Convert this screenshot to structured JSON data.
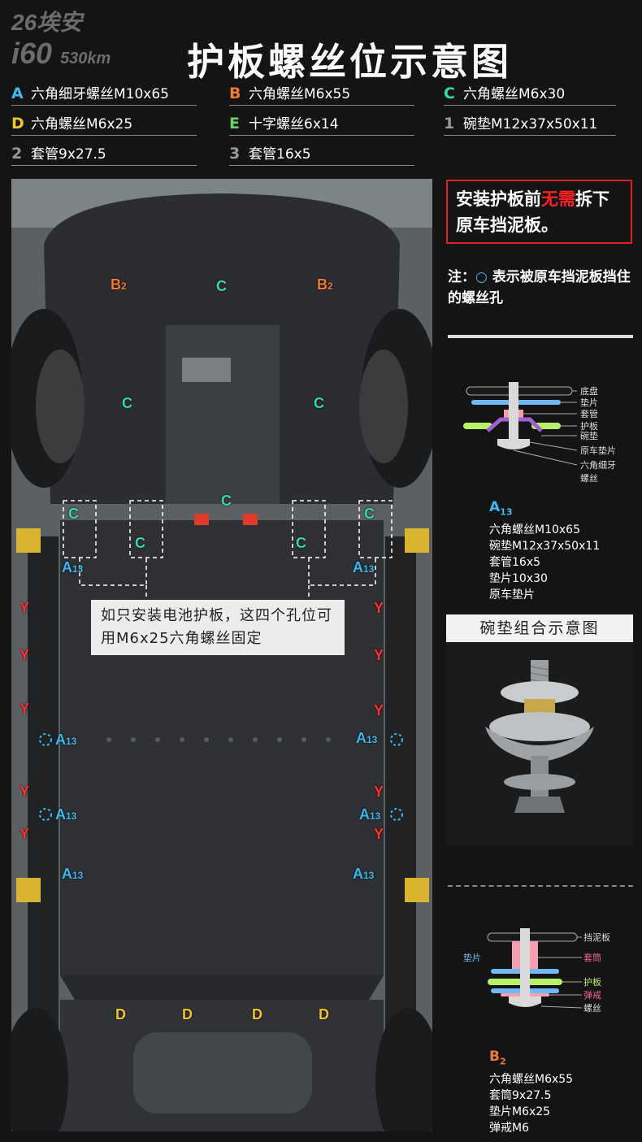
{
  "header": {
    "model_line1": "26埃安",
    "model_line2": "i60",
    "model_line2_suffix": "530km",
    "title": "护板螺丝位示意图"
  },
  "legend": [
    {
      "code": "A",
      "text": "六角细牙螺丝M10x65",
      "color": "#3cb8ee"
    },
    {
      "code": "B",
      "text": "六角螺丝M6x55",
      "color": "#f07a2e"
    },
    {
      "code": "C",
      "text": "六角螺丝M6x30",
      "color": "#37d6b4"
    },
    {
      "code": "D",
      "text": "六角螺丝M6x25",
      "color": "#f2c226"
    },
    {
      "code": "E",
      "text": "十字螺丝6x14",
      "color": "#6cd068"
    },
    {
      "code": "1",
      "text": "碗垫M12x37x50x11",
      "color": "#9a9a9a"
    },
    {
      "code": "2",
      "text": "套管9x27.5",
      "color": "#9a9a9a"
    },
    {
      "code": "3",
      "text": "套管16x5",
      "color": "#9a9a9a"
    }
  ],
  "photo": {
    "note": "如只安装电池护板，这四个孔位可用M6x25六角螺丝固定",
    "markers": {
      "c": "C",
      "b": "B",
      "b_sub": "2",
      "a": "A",
      "a_sub": "13",
      "y": "Y",
      "d": "D"
    }
  },
  "warning": {
    "part1": "安装护板前",
    "highlight": "无需",
    "part2": "拆下原车挡泥板。"
  },
  "note": {
    "prefix": "注：",
    "ring_icon": "○",
    "text": "表示被原车挡泥板挡住的螺丝孔"
  },
  "diagram1": {
    "labels": [
      "底盘",
      "垫片",
      "套管",
      "护板",
      "碗垫",
      "原车垫片",
      "六角细牙",
      "螺丝"
    ],
    "spec_code": "A",
    "spec_sub": "13",
    "specs": [
      "六角螺丝M10x65",
      "碗垫M12x37x50x11",
      "套管16x5",
      "垫片10x30",
      "原车垫片"
    ]
  },
  "washer": {
    "title": "碗垫组合示意图"
  },
  "diagram2": {
    "labels": [
      "挡泥板",
      "垫片",
      "套筒",
      "护板",
      "弹戒",
      "螺丝"
    ],
    "spec_code": "B",
    "spec_sub": "2",
    "specs": [
      "六角螺丝M6x55",
      "套筒9x27.5",
      "垫片M6x25",
      "弹戒M6"
    ]
  },
  "colors": {
    "cyan": "#37d6b4",
    "blue": "#3cb8ee",
    "orange": "#f07a2e",
    "yellow": "#f2c226",
    "red": "#ff2020"
  }
}
